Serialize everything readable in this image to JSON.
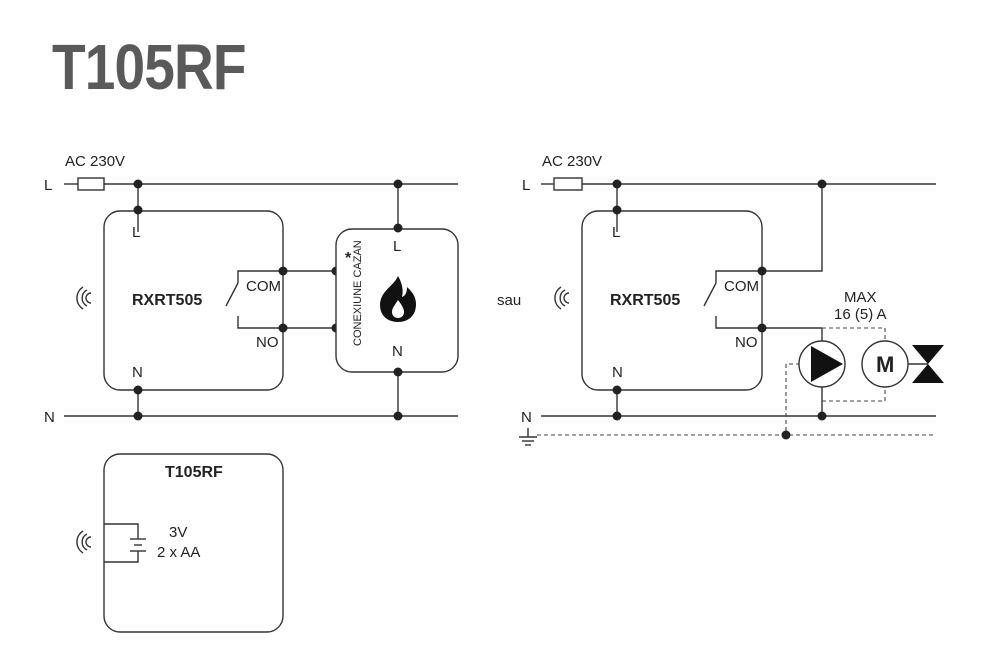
{
  "title": "T105RF",
  "left_circuit": {
    "supply": "AC 230V",
    "line": "L",
    "neutral": "N",
    "receiver": {
      "name": "RXRT505",
      "l": "L",
      "n": "N",
      "com": "COM",
      "no": "NO"
    },
    "boiler": {
      "label": "CONEXIUNE CAZAN",
      "mark": "*",
      "l": "L",
      "n": "N"
    }
  },
  "separator": "sau",
  "right_circuit": {
    "supply": "AC 230V",
    "line": "L",
    "neutral": "N",
    "receiver": {
      "name": "RXRT505",
      "l": "L",
      "n": "N",
      "com": "COM",
      "no": "NO"
    },
    "max_rating": "MAX",
    "current": "16 (5) A",
    "motor": "M"
  },
  "transmitter": {
    "name": "T105RF",
    "voltage": "3V",
    "battery": "2 x AA"
  },
  "icons": [
    "fuse-icon",
    "wireless-icon",
    "flame-icon",
    "pump-icon",
    "motor-icon",
    "valve-icon",
    "ground-icon",
    "battery-icon",
    "relay-switch-icon"
  ]
}
